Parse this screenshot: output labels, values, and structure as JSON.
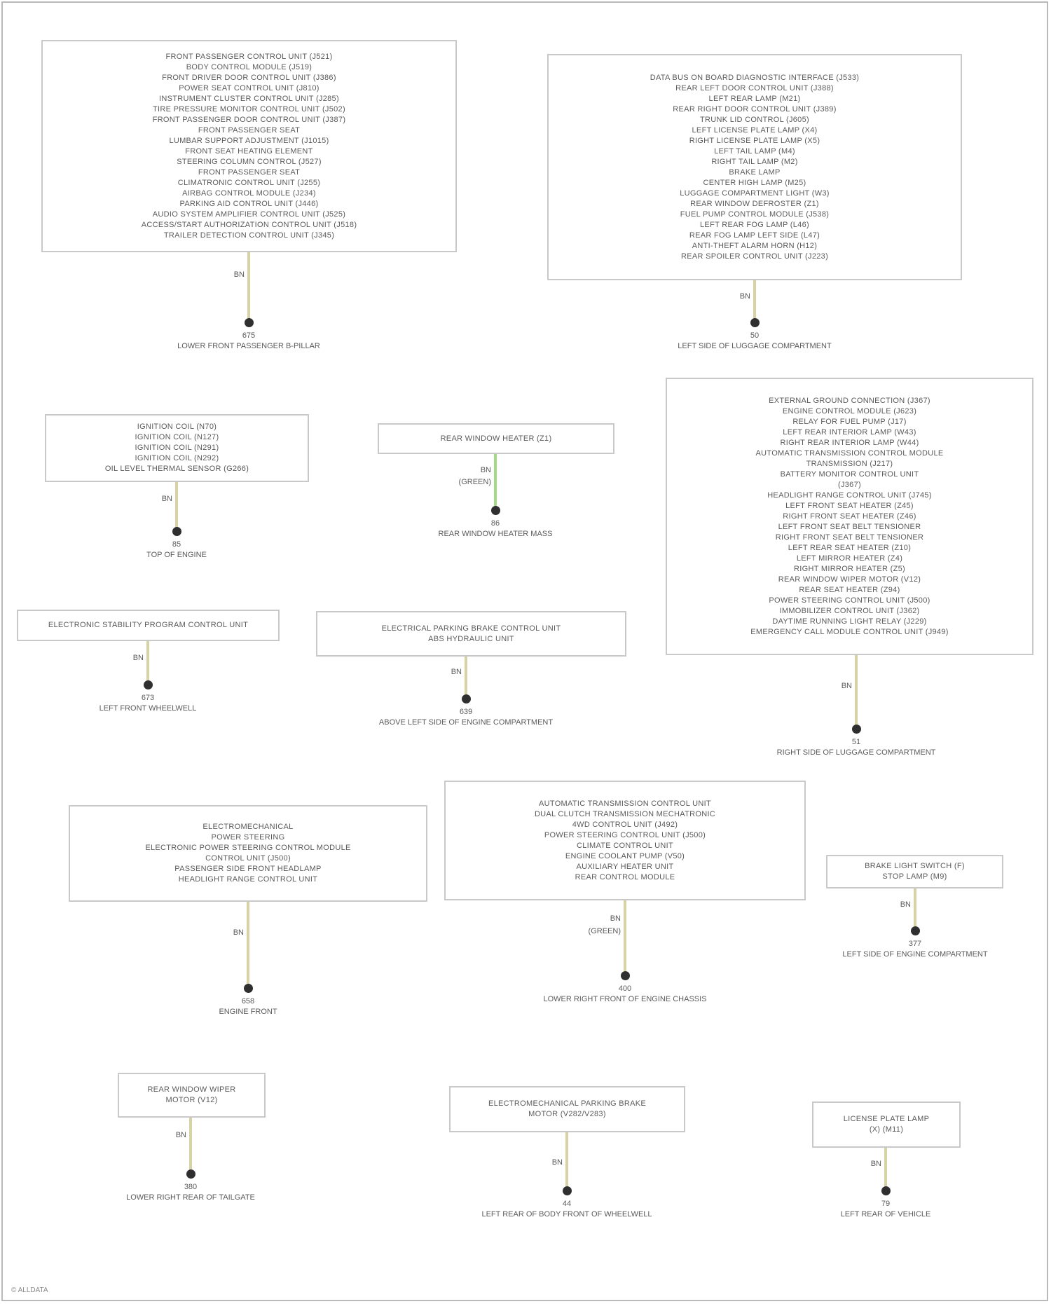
{
  "colors": {
    "wire": "#d8d3a6",
    "wire_green": "#a4d98a",
    "border": "#c9c9c9",
    "text": "#5a5a5a",
    "dot": "#2f2f2f"
  },
  "groups": [
    {
      "box_lines": [
        "FRONT PASSENGER CONTROL UNIT (J521)",
        "BODY CONTROL MODULE (J519)",
        "FRONT DRIVER DOOR CONTROL UNIT (J386)",
        "POWER SEAT CONTROL UNIT (J810)",
        "INSTRUMENT CLUSTER CONTROL UNIT (J285)",
        "TIRE PRESSURE MONITOR CONTROL UNIT (J502)",
        "FRONT PASSENGER DOOR CONTROL UNIT (J387)",
        "FRONT PASSENGER SEAT",
        "LUMBAR SUPPORT ADJUSTMENT (J1015)",
        "FRONT SEAT HEATING ELEMENT",
        "STEERING COLUMN CONTROL (J527)",
        "FRONT PASSENGER SEAT",
        "CLIMATRONIC CONTROL UNIT (J255)",
        "AIRBAG CONTROL MODULE (J234)",
        "PARKING AID CONTROL UNIT (J446)",
        "AUDIO SYSTEM AMPLIFIER CONTROL UNIT (J525)",
        "ACCESS/START AUTHORIZATION CONTROL UNIT (J518)",
        "TRAILER DETECTION CONTROL UNIT (J345)"
      ],
      "wire_code": "BN",
      "ground_id": "675",
      "ground_label": "LOWER FRONT PASSENGER B-PILLAR"
    },
    {
      "box_lines": [
        "DATA BUS ON BOARD DIAGNOSTIC INTERFACE (J533)",
        "REAR LEFT DOOR CONTROL UNIT (J388)",
        "LEFT REAR LAMP (M21)",
        "REAR RIGHT DOOR CONTROL UNIT (J389)",
        "TRUNK LID CONTROL (J605)",
        "LEFT LICENSE PLATE LAMP (X4)",
        "RIGHT LICENSE PLATE LAMP (X5)",
        "LEFT TAIL LAMP (M4)",
        "RIGHT TAIL LAMP (M2)",
        "BRAKE LAMP",
        "CENTER HIGH LAMP (M25)",
        "LUGGAGE COMPARTMENT LIGHT (W3)",
        "REAR WINDOW DEFROSTER (Z1)",
        "FUEL PUMP CONTROL MODULE (J538)",
        "LEFT REAR FOG LAMP (L46)",
        "REAR FOG LAMP LEFT SIDE (L47)",
        "ANTI-THEFT ALARM HORN (H12)",
        "REAR SPOILER CONTROL UNIT (J223)"
      ],
      "wire_code": "BN",
      "ground_id": "50",
      "ground_label": "LEFT SIDE OF LUGGAGE COMPARTMENT"
    },
    {
      "box_lines": [
        "IGNITION COIL (N70)",
        "IGNITION COIL (N127)",
        "IGNITION COIL (N291)",
        "IGNITION COIL (N292)",
        "OIL LEVEL THERMAL SENSOR (G266)"
      ],
      "wire_code": "BN",
      "ground_id": "85",
      "ground_label": "TOP OF ENGINE"
    },
    {
      "box_lines": [
        "REAR WINDOW HEATER (Z1)"
      ],
      "wire_code": "BN",
      "wire_code_2": "(GREEN)",
      "green": true,
      "ground_id": "86",
      "ground_label": "REAR WINDOW HEATER MASS"
    },
    {
      "box_lines": [
        "EXTERNAL GROUND CONNECTION (J367)",
        "ENGINE CONTROL MODULE (J623)",
        "RELAY FOR FUEL PUMP (J17)",
        "LEFT REAR INTERIOR LAMP (W43)",
        "RIGHT REAR INTERIOR LAMP (W44)",
        "AUTOMATIC TRANSMISSION CONTROL MODULE",
        "TRANSMISSION (J217)",
        "BATTERY MONITOR CONTROL UNIT",
        "(J367)",
        "HEADLIGHT RANGE CONTROL UNIT (J745)",
        "LEFT FRONT SEAT HEATER (Z45)",
        "RIGHT FRONT SEAT HEATER (Z46)",
        "LEFT FRONT SEAT BELT TENSIONER",
        "RIGHT FRONT SEAT BELT TENSIONER",
        "LEFT REAR SEAT HEATER (Z10)",
        "LEFT MIRROR HEATER (Z4)",
        "RIGHT MIRROR HEATER (Z5)",
        "REAR WINDOW WIPER MOTOR (V12)",
        "REAR SEAT HEATER (Z94)",
        "POWER STEERING CONTROL UNIT (J500)",
        "IMMOBILIZER CONTROL UNIT (J362)",
        "DAYTIME RUNNING LIGHT RELAY (J229)",
        "EMERGENCY CALL MODULE CONTROL UNIT (J949)"
      ],
      "wire_code": "BN",
      "ground_id": "51",
      "ground_label": "RIGHT SIDE OF LUGGAGE COMPARTMENT"
    },
    {
      "box_lines": [
        "ELECTRONIC STABILITY PROGRAM CONTROL UNIT"
      ],
      "wire_code": "BN",
      "ground_id": "673",
      "ground_label": "LEFT FRONT WHEELWELL"
    },
    {
      "box_lines": [
        "ELECTRICAL PARKING BRAKE CONTROL UNIT",
        "ABS HYDRAULIC UNIT"
      ],
      "wire_code": "BN",
      "ground_id": "639",
      "ground_label": "ABOVE LEFT SIDE OF ENGINE COMPARTMENT"
    },
    {
      "box_lines": [
        "ELECTROMECHANICAL",
        "POWER STEERING",
        "ELECTRONIC POWER STEERING CONTROL MODULE",
        "CONTROL UNIT (J500)",
        "PASSENGER SIDE FRONT HEADLAMP",
        "HEADLIGHT RANGE CONTROL UNIT"
      ],
      "wire_code": "BN",
      "ground_id": "658",
      "ground_label": "ENGINE FRONT"
    },
    {
      "box_lines": [
        "AUTOMATIC TRANSMISSION CONTROL UNIT",
        "DUAL CLUTCH TRANSMISSION MECHATRONIC",
        "4WD CONTROL UNIT (J492)",
        "POWER STEERING CONTROL UNIT (J500)",
        "CLIMATE CONTROL UNIT",
        "ENGINE COOLANT PUMP (V50)",
        "AUXILIARY HEATER UNIT",
        "REAR CONTROL MODULE"
      ],
      "wire_code": "BN",
      "wire_code_2": "(GREEN)",
      "ground_id": "400",
      "ground_label": "LOWER RIGHT FRONT OF ENGINE CHASSIS"
    },
    {
      "box_lines": [
        "BRAKE LIGHT SWITCH (F)",
        "STOP LAMP (M9)"
      ],
      "wire_code": "BN",
      "ground_id": "377",
      "ground_label": "LEFT SIDE OF ENGINE COMPARTMENT"
    },
    {
      "box_lines": [
        "REAR WINDOW WIPER",
        "MOTOR (V12)"
      ],
      "wire_code": "BN",
      "ground_id": "380",
      "ground_label": "LOWER RIGHT REAR OF TAILGATE"
    },
    {
      "box_lines": [
        "ELECTROMECHANICAL PARKING BRAKE",
        "MOTOR (V282/V283)"
      ],
      "wire_code": "BN",
      "ground_id": "44",
      "ground_label": "LEFT REAR OF BODY FRONT OF WHEELWELL"
    },
    {
      "box_lines": [
        "LICENSE PLATE LAMP",
        "(X) (M11)"
      ],
      "wire_code": "BN",
      "ground_id": "79",
      "ground_label": "LEFT REAR OF VEHICLE"
    }
  ],
  "footer_text": "© ALLDATA"
}
